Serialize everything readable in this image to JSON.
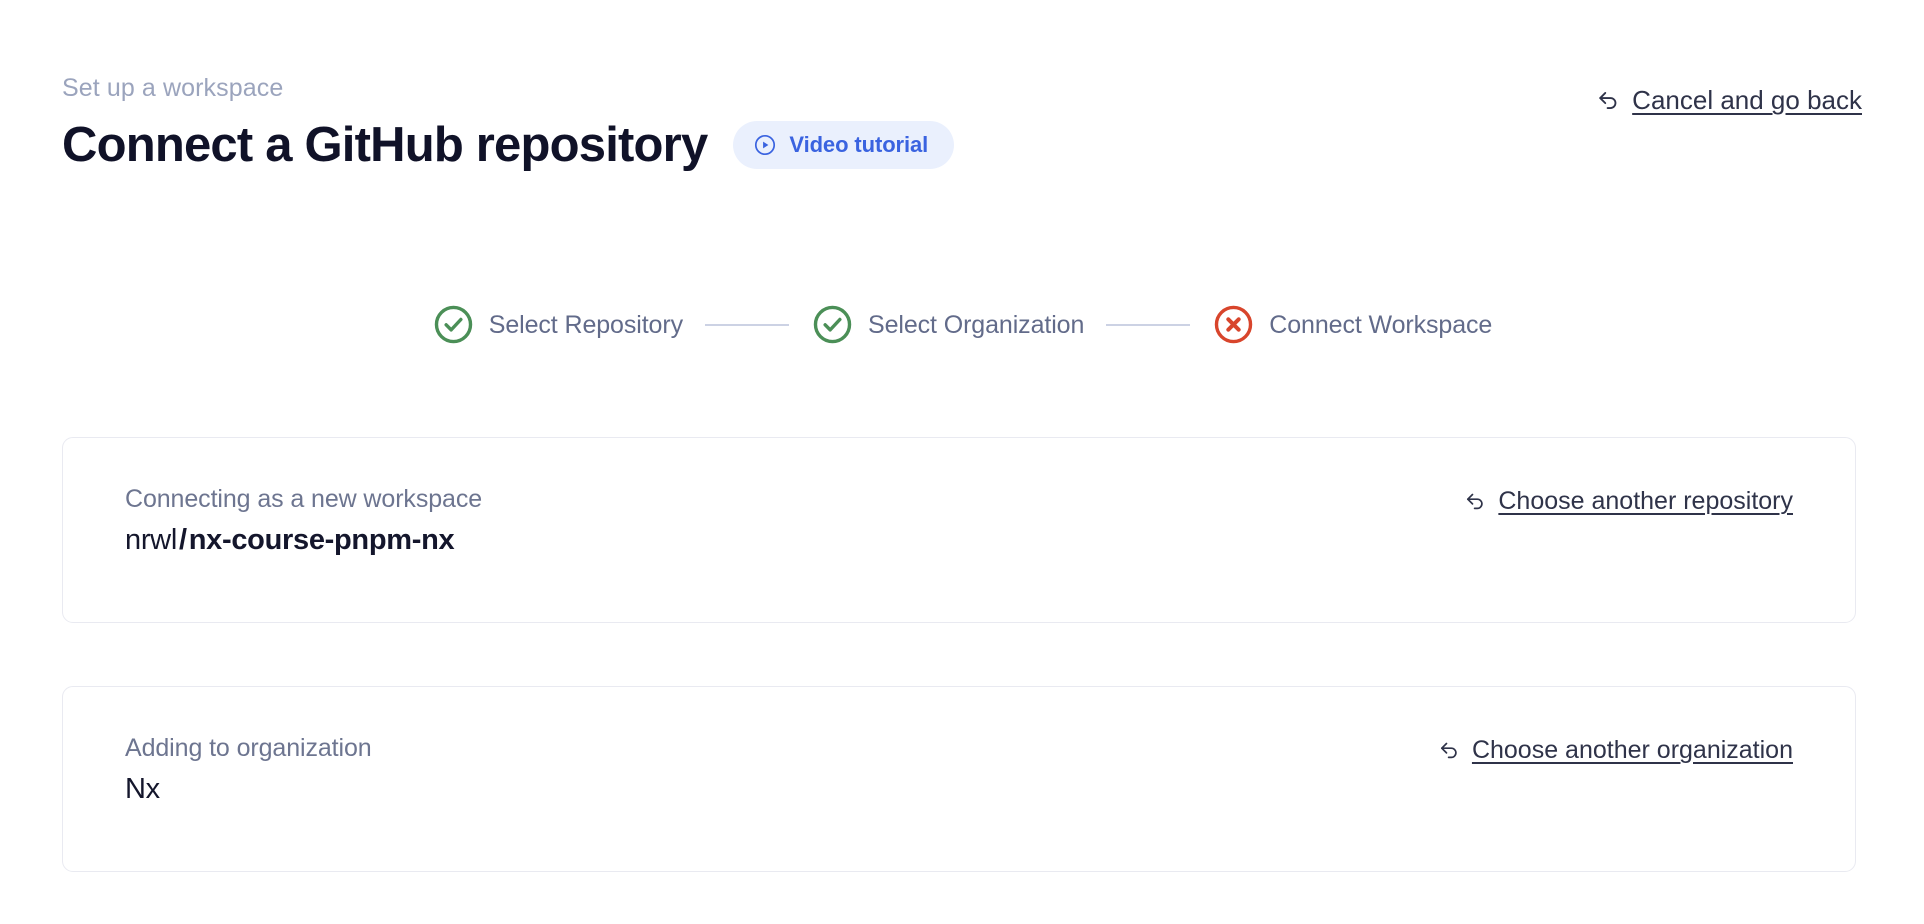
{
  "header": {
    "eyebrow": "Set up a workspace",
    "title": "Connect a GitHub repository",
    "video_badge": {
      "label": "Video tutorial",
      "icon": "play-circle-icon"
    },
    "cancel_link": {
      "label": "Cancel and go back",
      "icon": "undo-arrow-icon"
    }
  },
  "stepper": {
    "steps": [
      {
        "label": "Select Repository",
        "state": "complete",
        "icon": "check-circle-icon",
        "color": "#4b8f57"
      },
      {
        "label": "Select Organization",
        "state": "complete",
        "icon": "check-circle-icon",
        "color": "#4b8f57"
      },
      {
        "label": "Connect Workspace",
        "state": "error",
        "icon": "x-circle-icon",
        "color": "#d8452c"
      }
    ],
    "connector_color": "#ccd2e4"
  },
  "cards": [
    {
      "caption": "Connecting as a new workspace",
      "owner": "nrwl",
      "separator": "/",
      "name": "nx-course-pnpm-nx",
      "action_label": "Choose another repository",
      "action_icon": "undo-arrow-icon"
    },
    {
      "caption": "Adding to organization",
      "value": "Nx",
      "action_label": "Choose another organization",
      "action_icon": "undo-arrow-icon"
    }
  ],
  "colors": {
    "accent_blue": "#3a63e0",
    "badge_bg": "#eaf0fd",
    "text_dark": "#101228",
    "text_muted": "#6d7590",
    "eyebrow": "#9ba4bd",
    "success_green": "#4b8f57",
    "error_red": "#d8452c",
    "card_border": "#e9eaf1"
  }
}
